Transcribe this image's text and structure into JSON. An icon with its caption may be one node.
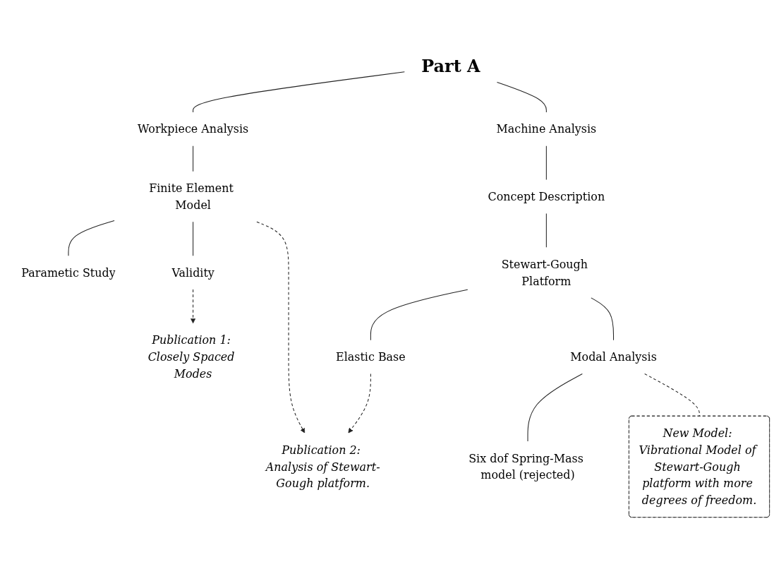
{
  "diagram": {
    "nodes": [
      {
        "text": [
          "Part A"
        ]
      },
      {
        "text": [
          "Workpiece Analysis"
        ]
      },
      {
        "text": [
          "Machine Analysis"
        ]
      },
      {
        "text": [
          "Finite Element Model"
        ]
      },
      {
        "text": [
          "Concept Description"
        ]
      },
      {
        "text": [
          "Parametic Study"
        ]
      },
      {
        "text": [
          "Validity"
        ]
      },
      {
        "text": [
          "Stewart-Gough Platform"
        ]
      },
      {
        "text": [
          "Elastic Base"
        ]
      },
      {
        "text": [
          "Modal Analysis"
        ]
      },
      {
        "text": [
          "Publication 1: Closely Spaced Modes"
        ]
      },
      {
        "text": [
          "Six dof Spring-Mass model (rejected)"
        ]
      },
      {
        "text": [
          "New Model: Vibrational Model of Stewart-Gough platform with more degrees of freedom."
        ]
      },
      {
        "text": [
          "Publication 2: Analysis of Stewart-Gough platform."
        ]
      }
    ],
    "edges": [
      {
        "from": 0,
        "to": 1,
        "arrow": "none"
      },
      {
        "from": 0,
        "to": 2,
        "arrow": "none"
      },
      {
        "from": 1,
        "to": 3,
        "arrow": "none"
      },
      {
        "from": 2,
        "to": 4,
        "arrow": "none"
      },
      {
        "from": 3,
        "to": 5,
        "arrow": "none"
      },
      {
        "from": 3,
        "to": 6,
        "arrow": "none"
      },
      {
        "from": 4,
        "to": 7,
        "arrow": "none"
      },
      {
        "from": 7,
        "to": 8,
        "arrow": "none"
      },
      {
        "from": 7,
        "to": 9,
        "arrow": "none"
      },
      {
        "from": 6,
        "to": 10,
        "arrow": "to",
        "style": "dashed"
      },
      {
        "from": 9,
        "to": 11,
        "arrow": "none"
      },
      {
        "from": 9,
        "to": 12,
        "arrow": "none",
        "style": "dashed"
      },
      {
        "from": 3,
        "to": 13,
        "arrow": "to",
        "style": "dashed"
      },
      {
        "from": 8,
        "to": 13,
        "arrow": "to",
        "style": "dashed"
      }
    ]
  }
}
